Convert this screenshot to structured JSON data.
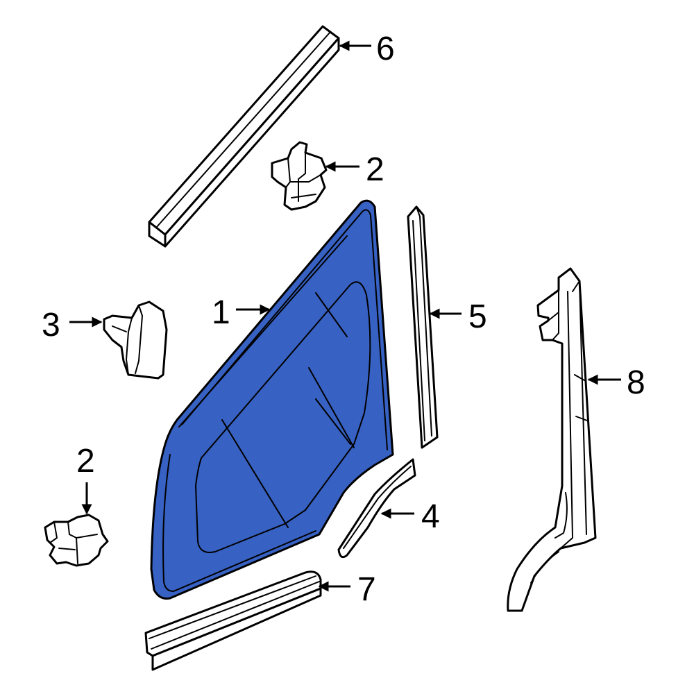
{
  "diagram": {
    "highlight_color": "#3761C2",
    "line_color": "#000000",
    "background": "#FFFFFF",
    "callouts": [
      {
        "id": "1",
        "label": "1"
      },
      {
        "id": "2a",
        "label": "2"
      },
      {
        "id": "2b",
        "label": "2"
      },
      {
        "id": "3",
        "label": "3"
      },
      {
        "id": "4",
        "label": "4"
      },
      {
        "id": "5",
        "label": "5"
      },
      {
        "id": "6",
        "label": "6"
      },
      {
        "id": "7",
        "label": "7"
      },
      {
        "id": "8",
        "label": "8"
      }
    ]
  }
}
